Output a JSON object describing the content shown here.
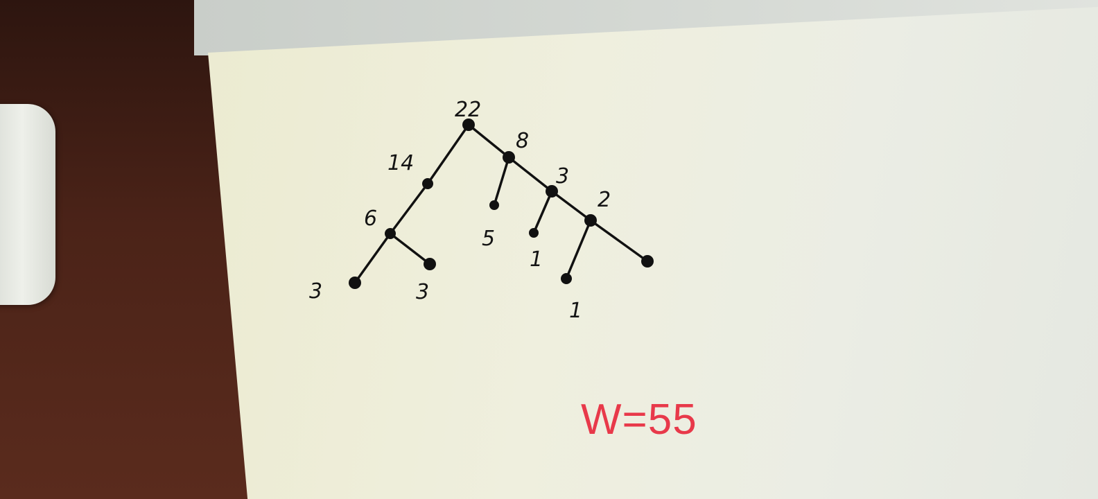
{
  "tree": {
    "nodes": [
      {
        "id": "root",
        "label": "22"
      },
      {
        "id": "n14",
        "label": "14"
      },
      {
        "id": "n6",
        "label": "6"
      },
      {
        "id": "n3a",
        "label": "3"
      },
      {
        "id": "n3b",
        "label": "3"
      },
      {
        "id": "n8",
        "label": "8"
      },
      {
        "id": "n5",
        "label": "5"
      },
      {
        "id": "n3c",
        "label": "3"
      },
      {
        "id": "n1a",
        "label": "1"
      },
      {
        "id": "n2",
        "label": "2"
      },
      {
        "id": "n1b",
        "label": "1"
      },
      {
        "id": "n1c",
        "label": ""
      }
    ],
    "edges": [
      [
        "root",
        "n14"
      ],
      [
        "n14",
        "n6"
      ],
      [
        "n6",
        "n3a"
      ],
      [
        "n6",
        "n3b"
      ],
      [
        "root",
        "n8"
      ],
      [
        "n8",
        "n5"
      ],
      [
        "n8",
        "n3c"
      ],
      [
        "n3c",
        "n1a"
      ],
      [
        "n3c",
        "n2"
      ],
      [
        "n2",
        "n1b"
      ],
      [
        "n2",
        "n1c"
      ]
    ]
  },
  "caption": {
    "text": "W=55",
    "color": "#e8394a"
  }
}
